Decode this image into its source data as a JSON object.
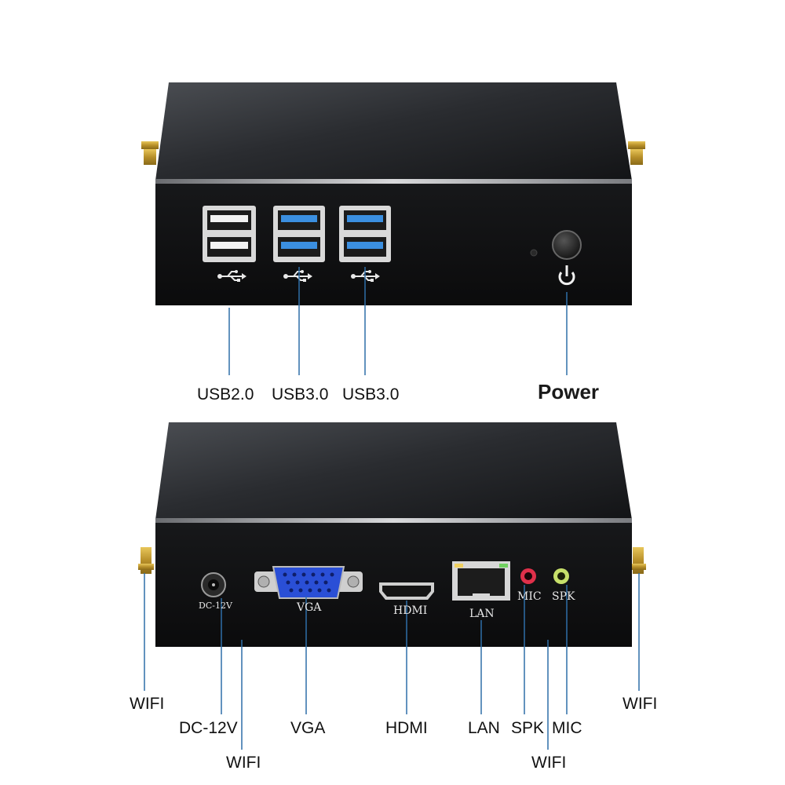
{
  "callouts": {
    "usb2": "USB2.0",
    "usb3_a": "USB3.0",
    "usb3_b": "USB3.0",
    "power": "Power",
    "wifi_left": "WIFI",
    "dc": "DC-12V",
    "wifi_bottom_left": "WIFI",
    "vga": "VGA",
    "hdmi": "HDMI",
    "lan": "LAN",
    "spk": "SPK",
    "mic": "MIC",
    "wifi_bottom_right": "WIFI",
    "wifi_right": "WIFI"
  },
  "panel_labels": {
    "dc": "DC-12V",
    "vga": "VGA",
    "hdmi": "HDMI",
    "lan": "LAN",
    "mic": "MIC",
    "spk": "SPK"
  },
  "colors": {
    "callout_line": "#2f6fa8",
    "mic_jack": "#e0304a",
    "spk_jack": "#c7e06a",
    "usb3_port": "#3b8fe0",
    "vga_port": "#2a4fd6"
  }
}
